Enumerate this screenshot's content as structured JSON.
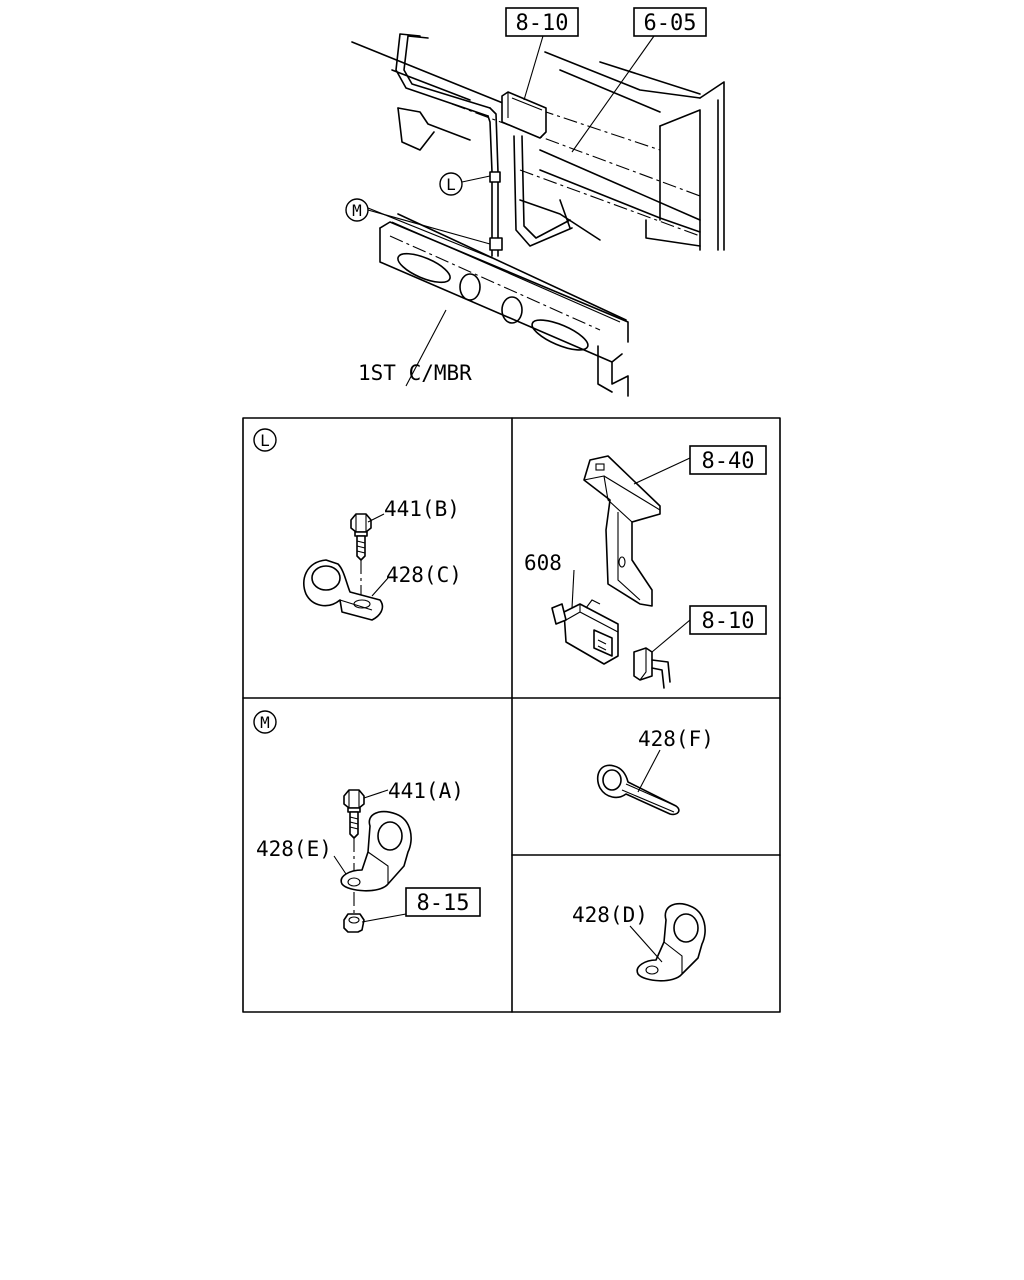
{
  "top_view": {
    "ref_810": "8-10",
    "ref_605": "6-05",
    "callout_l": "L",
    "callout_m": "M",
    "crossmember_label": "1ST C/MBR"
  },
  "panel_l": {
    "marker": "L",
    "bolt_label": "441(B)",
    "clip_label": "428(C)"
  },
  "panel_switch": {
    "bracket_ref": "8-40",
    "switch_label": "608",
    "connector_ref": "8-10"
  },
  "panel_m": {
    "marker": "M",
    "bolt_label": "441(A)",
    "clip_label": "428(E)",
    "nut_ref": "8-15"
  },
  "panel_f": {
    "clip_label": "428(F)"
  },
  "panel_d": {
    "clip_label": "428(D)"
  }
}
